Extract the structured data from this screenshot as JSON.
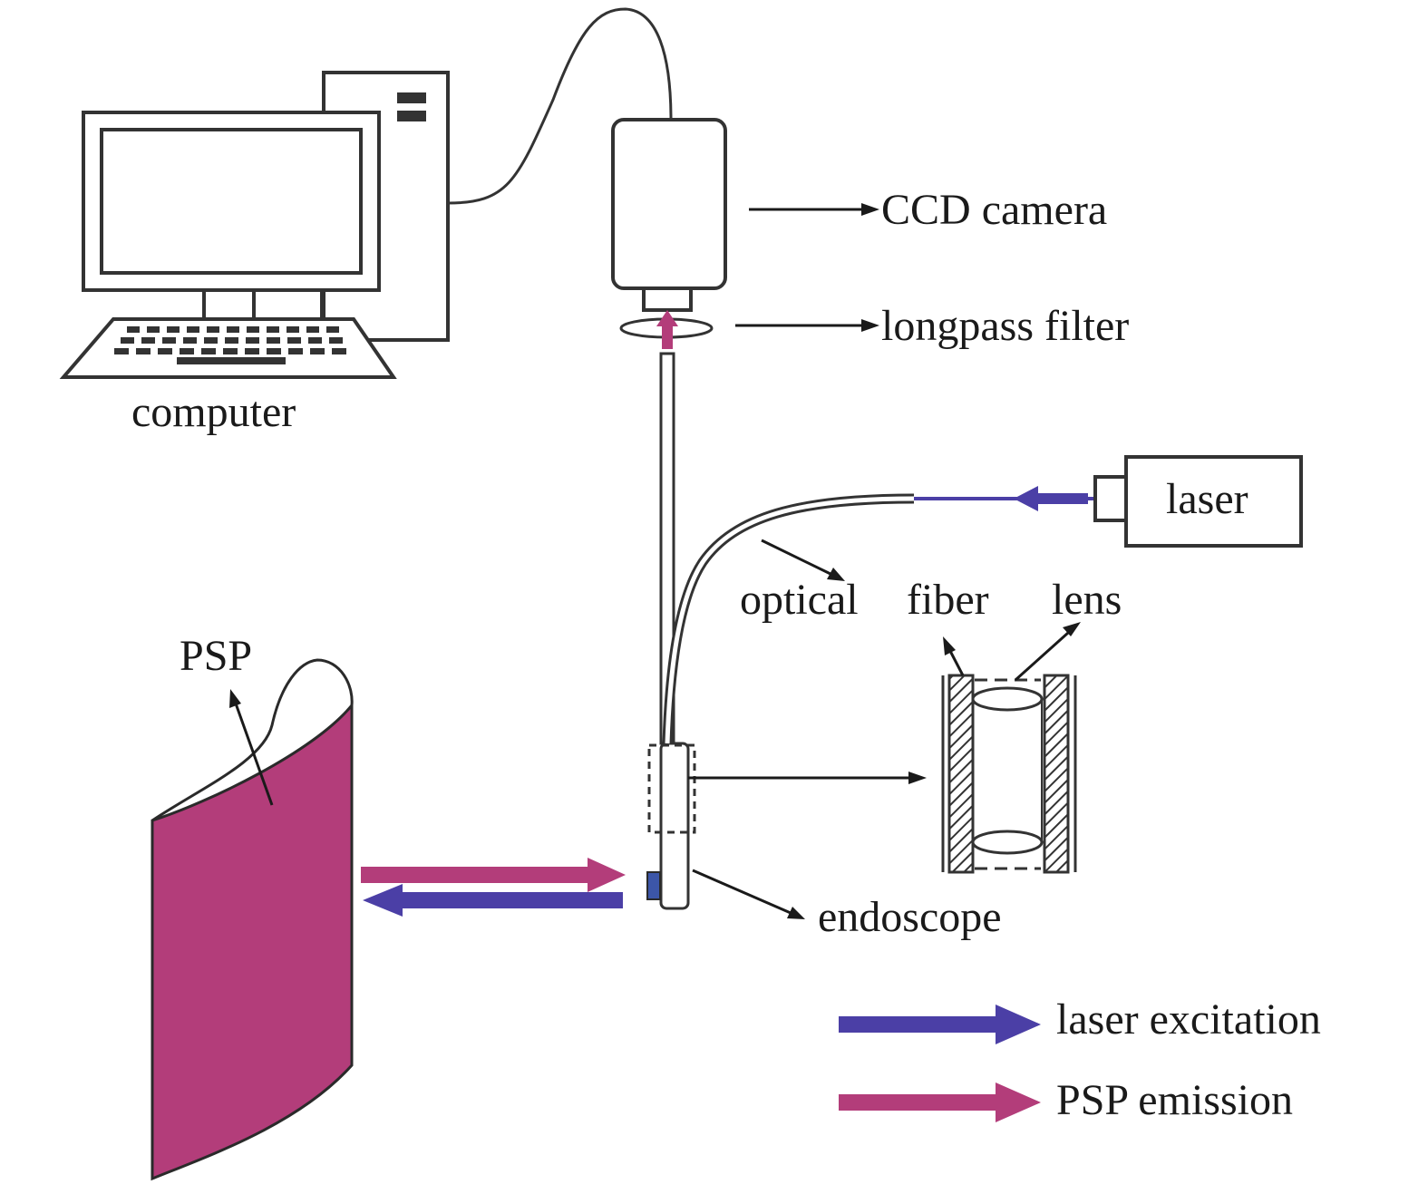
{
  "labels": {
    "ccd_camera": "CCD camera",
    "longpass_filter": "longpass filter",
    "computer": "computer",
    "laser": "laser",
    "optical": "optical",
    "fiber": "fiber",
    "lens": "lens",
    "psp": "PSP",
    "endoscope": "endoscope"
  },
  "legend": {
    "items": [
      {
        "label": "laser excitation",
        "color": "#4b3fa6"
      },
      {
        "label": "PSP emission",
        "color": "#b33d7a"
      }
    ]
  },
  "colors": {
    "laser_excitation": "#4b3fa6",
    "psp_emission": "#b33d7a",
    "psp_surface": "#b33d7a",
    "outline": "#2a2a2a"
  }
}
